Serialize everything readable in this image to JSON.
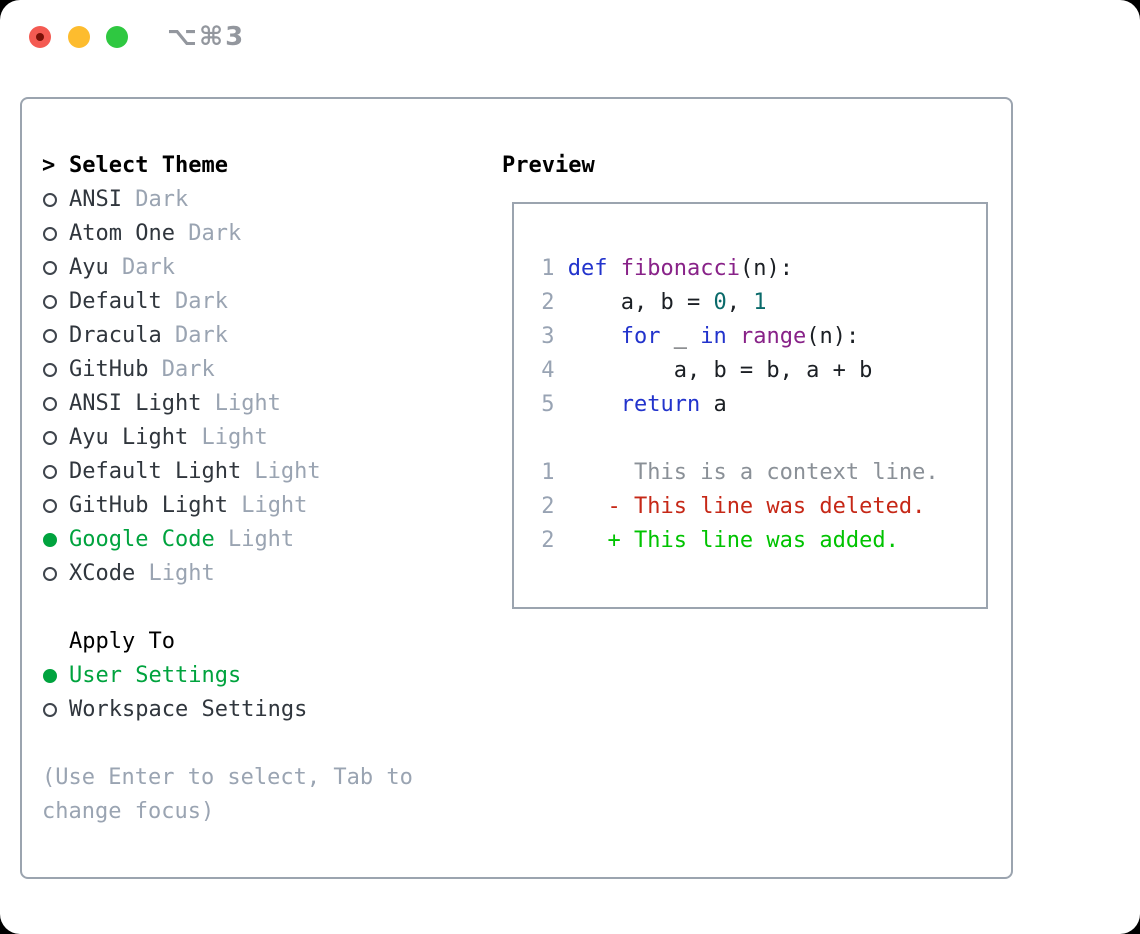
{
  "window": {
    "title_shortcut": "⌥⌘3"
  },
  "colors": {
    "accent_green": "#00a33e",
    "added_green": "#00c300",
    "deleted_red": "#c62817",
    "keyword_blue": "#2233cc",
    "function_purple": "#882288",
    "literal_teal": "#0a6a6a",
    "muted_gray": "#9aa4b2",
    "line_number_gray": "#98a3b3",
    "panel_border": "#9ba4af"
  },
  "theme_list": {
    "header_marker": ">",
    "header": "Select Theme",
    "items": [
      {
        "name": "ANSI",
        "variant": "Dark",
        "selected": false
      },
      {
        "name": "Atom One",
        "variant": "Dark",
        "selected": false
      },
      {
        "name": "Ayu",
        "variant": "Dark",
        "selected": false
      },
      {
        "name": "Default",
        "variant": "Dark",
        "selected": false
      },
      {
        "name": "Dracula",
        "variant": "Dark",
        "selected": false
      },
      {
        "name": "GitHub",
        "variant": "Dark",
        "selected": false
      },
      {
        "name": "ANSI Light",
        "variant": "Light",
        "selected": false
      },
      {
        "name": "Ayu Light",
        "variant": "Light",
        "selected": false
      },
      {
        "name": "Default Light",
        "variant": "Light",
        "selected": false
      },
      {
        "name": "GitHub Light",
        "variant": "Light",
        "selected": false
      },
      {
        "name": "Google Code",
        "variant": "Light",
        "selected": true
      },
      {
        "name": "XCode",
        "variant": "Light",
        "selected": false
      }
    ]
  },
  "apply_to": {
    "header": "Apply To",
    "options": [
      {
        "label": "User Settings",
        "selected": true
      },
      {
        "label": "Workspace Settings",
        "selected": false
      }
    ]
  },
  "hint": {
    "lines": [
      "(Use Enter to select, Tab to",
      "change focus)"
    ]
  },
  "preview": {
    "title": "Preview",
    "code_lines": [
      [
        [
          "num",
          " 1 "
        ],
        [
          "kw",
          "def"
        ],
        [
          "pl",
          " "
        ],
        [
          "fn",
          "fibonacci"
        ],
        [
          "pl",
          "(n):"
        ]
      ],
      [
        [
          "num",
          " 2 "
        ],
        [
          "pl",
          "    a, b = "
        ],
        [
          "lit",
          "0"
        ],
        [
          "pl",
          ", "
        ],
        [
          "lit",
          "1"
        ]
      ],
      [
        [
          "num",
          " 3 "
        ],
        [
          "pl",
          "    "
        ],
        [
          "kw",
          "for"
        ],
        [
          "pl",
          " _ "
        ],
        [
          "kw",
          "in"
        ],
        [
          "pl",
          " "
        ],
        [
          "fn",
          "range"
        ],
        [
          "pl",
          "(n):"
        ]
      ],
      [
        [
          "num",
          " 4 "
        ],
        [
          "pl",
          "        a, b = b, a + b"
        ]
      ],
      [
        [
          "num",
          " 5 "
        ],
        [
          "pl",
          "    "
        ],
        [
          "kw",
          "return"
        ],
        [
          "pl",
          " a"
        ]
      ],
      [],
      [
        [
          "num",
          " 1 "
        ],
        [
          "ctx",
          "     This is a context line."
        ]
      ],
      [
        [
          "num",
          " 2 "
        ],
        [
          "del",
          "   - This line was deleted."
        ]
      ],
      [
        [
          "num",
          " 2 "
        ],
        [
          "add",
          "   + This line was added."
        ]
      ]
    ]
  }
}
